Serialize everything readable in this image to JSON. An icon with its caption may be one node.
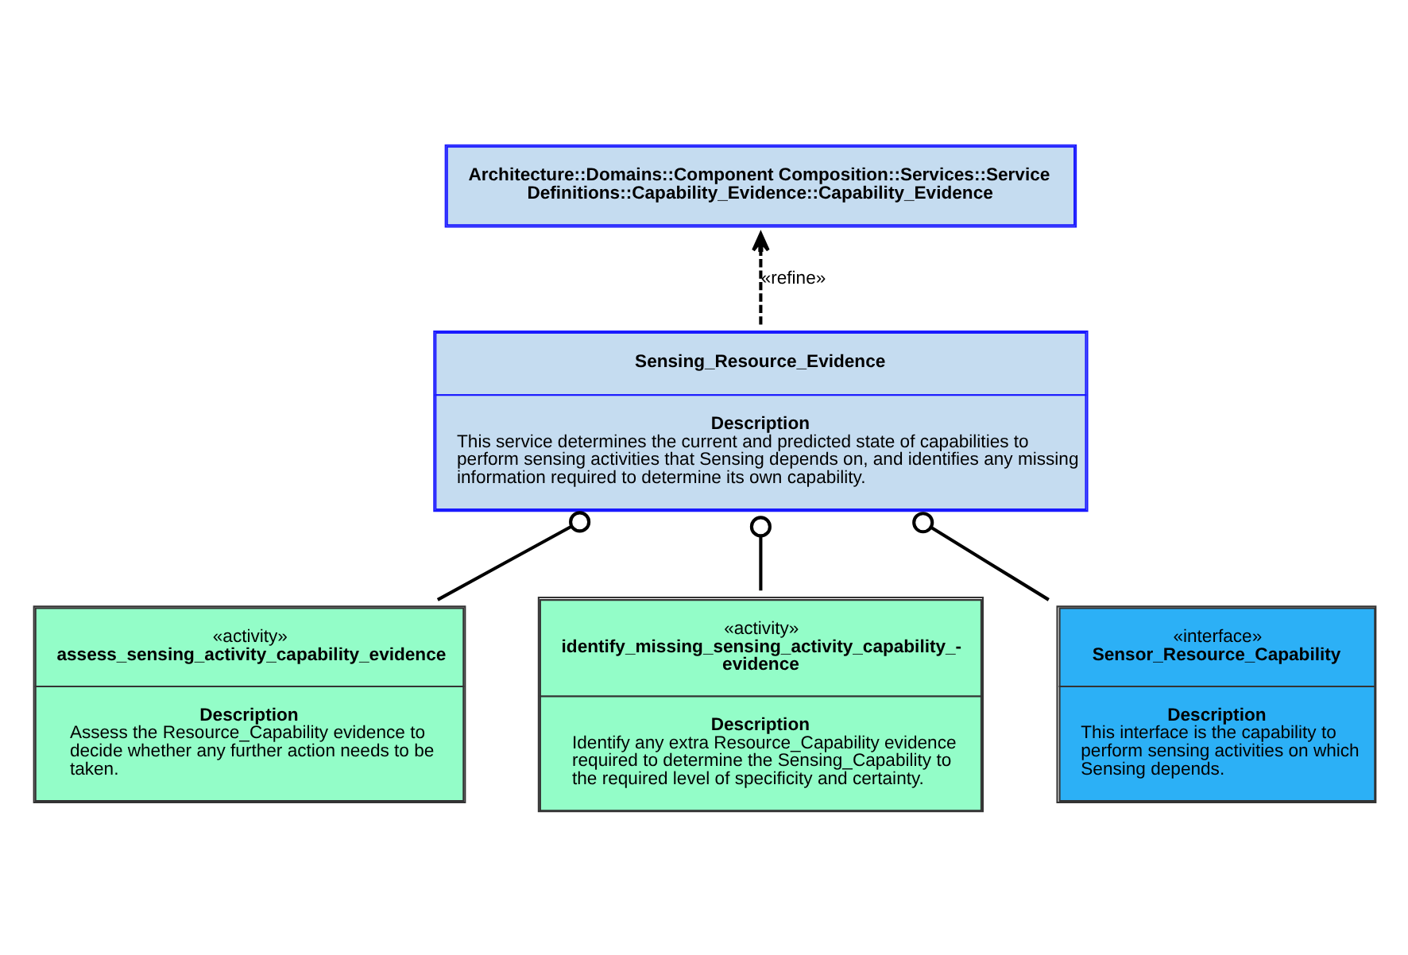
{
  "diagram": {
    "nodes": [
      {
        "text": [
          "Architecture::Domains::Component Composition::Services::Service Definitions::Capability_Evidence::Capability_Evidence"
        ]
      },
      {
        "text": [
          "Sensing_Resource_Evidence",
          "Description",
          "This service determines the current and predicted state of capabilities to perform sensing activities that Sensing depends on, and identifies any missing information required to determine its own capability."
        ]
      },
      {
        "text": [
          "«activity»",
          "assess_sensing_activity_capability_evidence",
          "Description",
          "Assess the Resource_Capability evidence to decide whether any further action needs to be taken."
        ]
      },
      {
        "text": [
          "«activity»",
          "identify_missing_sensing_activity_capability_- evidence",
          "Description",
          "Identify any extra Resource_Capability evidence required to determine the Sensing_Capability to the required level of specificity and certainty."
        ]
      },
      {
        "text": [
          "«interface»",
          "Sensor_Resource_Capability",
          "Description",
          "This interface is the capability to perform sensing activities on which Sensing depends."
        ]
      }
    ],
    "edges": [
      {
        "from": 1,
        "to": 0,
        "arrow": "to",
        "label": "«refine»",
        "style": "dashed"
      },
      {
        "from": 2,
        "to": 1,
        "arrow": "other"
      },
      {
        "from": 3,
        "to": 1,
        "arrow": "other"
      },
      {
        "from": 4,
        "to": 1,
        "arrow": "other"
      }
    ]
  }
}
